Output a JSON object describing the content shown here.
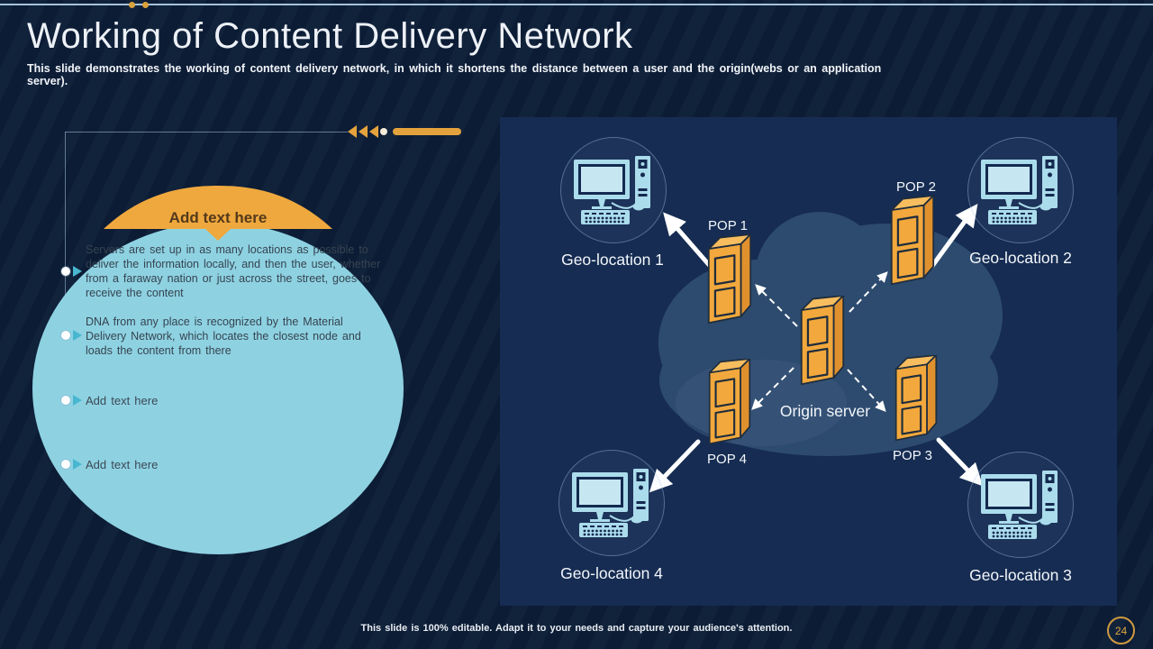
{
  "header": {
    "title": "Working of Content Delivery Network",
    "subtitle": "This slide demonstrates the working of content delivery network, in which it shortens the distance between a user and the origin(webs or an application server)."
  },
  "left_panel": {
    "callout_label": "Add text here",
    "bullets": [
      "Servers are set up in as many locations as possible to deliver the information locally, and then the user, whether from a faraway nation or just across the street, goes to receive the content",
      "DNA from any place is recognized by the Material Delivery Network, which locates the closest node and loads the content from there",
      "Add text here",
      "Add text here"
    ]
  },
  "diagram": {
    "geo_locations": [
      "Geo-location 1",
      "Geo-location 2",
      "Geo-location 3",
      "Geo-location 4"
    ],
    "pops": [
      "POP 1",
      "POP 2",
      "POP 3",
      "POP 4"
    ],
    "origin_label": "Origin server",
    "icons": {
      "node": "computer-icon",
      "pop": "server-tower-icon",
      "background": "cloud-icon"
    }
  },
  "footer": {
    "text": "This slide is 100% editable.  Adapt it to your needs and capture your audience's attention.",
    "page_number": "24"
  },
  "colors": {
    "slide_background": "#0d1e38",
    "panel_background": "#162c52",
    "accent_orange": "#efa83e",
    "light_blue_circle": "#8ed2e2",
    "icon_blue": "#abdcec",
    "cloud_blue": "#2d4b6e",
    "title_text": "#edf1f6",
    "gold_badge": "#e3a83f"
  }
}
